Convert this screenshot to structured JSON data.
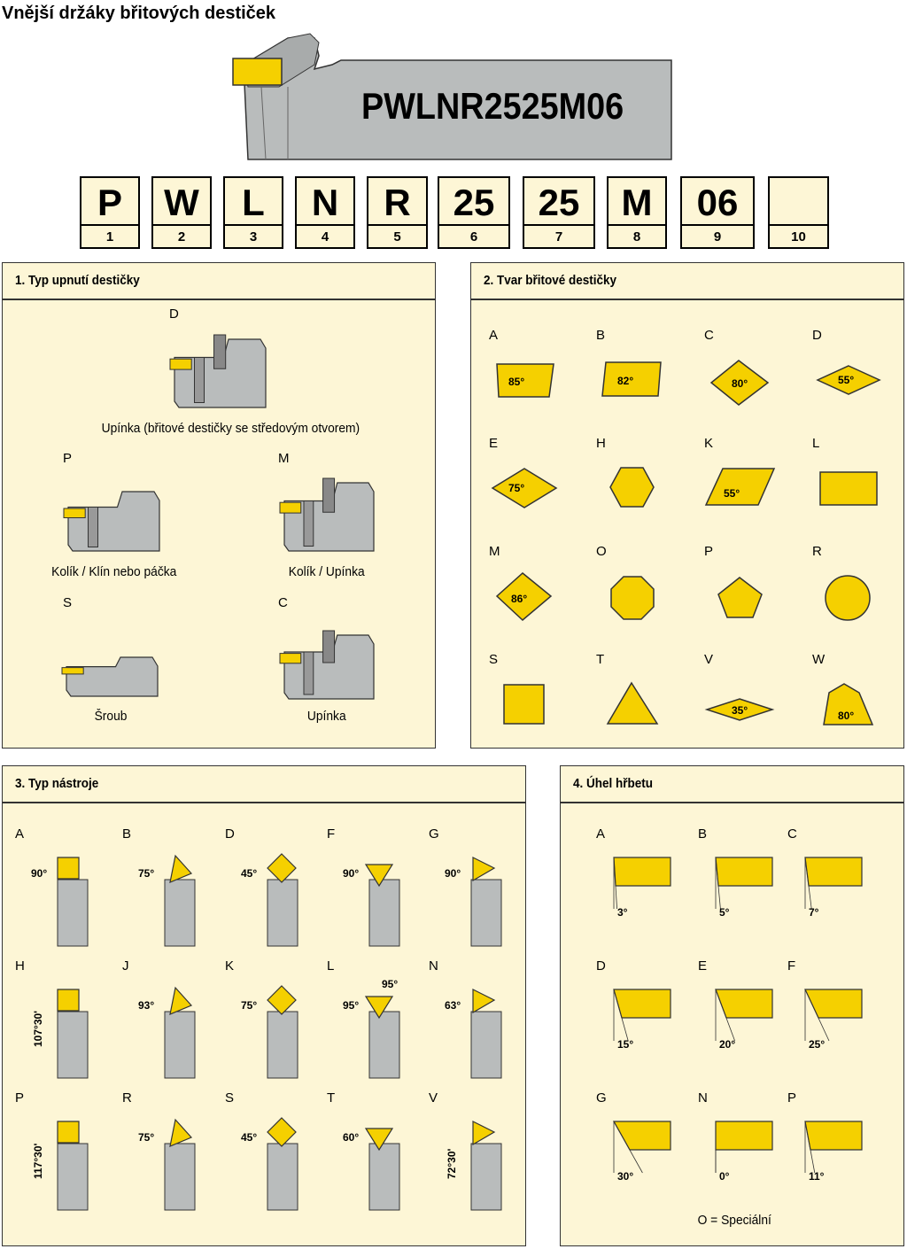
{
  "title": "Vnější držáky břitových destiček",
  "tool_label": "PWLNR2525M06",
  "code_boxes": [
    {
      "char": "P",
      "num": "1"
    },
    {
      "char": "W",
      "num": "2"
    },
    {
      "char": "L",
      "num": "3"
    },
    {
      "char": "N",
      "num": "4"
    },
    {
      "char": "R",
      "num": "5"
    },
    {
      "char": "25",
      "num": "6"
    },
    {
      "char": "25",
      "num": "7"
    },
    {
      "char": "M",
      "num": "8"
    },
    {
      "char": "06",
      "num": "9"
    },
    {
      "char": "",
      "num": "10"
    }
  ],
  "clamping": {
    "heading": "1. Typ upnutí destičky",
    "items": [
      {
        "letter": "D",
        "caption": "Upínka (břitové destičky se středovým otvorem)"
      },
      {
        "letter": "P",
        "caption": "Kolík / Klín nebo páčka"
      },
      {
        "letter": "M",
        "caption": "Kolík / Upínka"
      },
      {
        "letter": "S",
        "caption": "Šroub"
      },
      {
        "letter": "C",
        "caption": "Upínka"
      }
    ]
  },
  "shape": {
    "heading": "2. Tvar břitové destičky",
    "items": [
      {
        "letter": "A",
        "angle": "85°"
      },
      {
        "letter": "B",
        "angle": "82°"
      },
      {
        "letter": "C",
        "angle": "80°"
      },
      {
        "letter": "D",
        "angle": "55°"
      },
      {
        "letter": "E",
        "angle": "75°"
      },
      {
        "letter": "H",
        "angle": ""
      },
      {
        "letter": "K",
        "angle": "55°"
      },
      {
        "letter": "L",
        "angle": ""
      },
      {
        "letter": "M",
        "angle": "86°"
      },
      {
        "letter": "O",
        "angle": ""
      },
      {
        "letter": "P",
        "angle": ""
      },
      {
        "letter": "R",
        "angle": ""
      },
      {
        "letter": "S",
        "angle": ""
      },
      {
        "letter": "T",
        "angle": ""
      },
      {
        "letter": "V",
        "angle": "35°"
      },
      {
        "letter": "W",
        "angle": "80°"
      }
    ]
  },
  "tool_type": {
    "heading": "3. Typ nástroje",
    "items": [
      {
        "letter": "A",
        "angle": "90°"
      },
      {
        "letter": "B",
        "angle": "75°"
      },
      {
        "letter": "D",
        "angle": "45°"
      },
      {
        "letter": "F",
        "angle": "90°"
      },
      {
        "letter": "G",
        "angle": "90°"
      },
      {
        "letter": "H",
        "angle": "107°30'"
      },
      {
        "letter": "J",
        "angle": "93°"
      },
      {
        "letter": "K",
        "angle": "75°"
      },
      {
        "letter": "L",
        "angle": "95°",
        "angle2": "95°"
      },
      {
        "letter": "N",
        "angle": "63°"
      },
      {
        "letter": "P",
        "angle": "117°30'"
      },
      {
        "letter": "R",
        "angle": "75°"
      },
      {
        "letter": "S",
        "angle": "45°"
      },
      {
        "letter": "T",
        "angle": "60°"
      },
      {
        "letter": "V",
        "angle": "72°30'"
      }
    ]
  },
  "clearance": {
    "heading": "4. Úhel hřbetu",
    "items": [
      {
        "letter": "A",
        "angle": "3°"
      },
      {
        "letter": "B",
        "angle": "5°"
      },
      {
        "letter": "C",
        "angle": "7°"
      },
      {
        "letter": "D",
        "angle": "15°"
      },
      {
        "letter": "E",
        "angle": "20°"
      },
      {
        "letter": "F",
        "angle": "25°"
      },
      {
        "letter": "G",
        "angle": "30°"
      },
      {
        "letter": "N",
        "angle": "0°"
      },
      {
        "letter": "P",
        "angle": "11°"
      }
    ],
    "note": "O = Speciální"
  },
  "colors": {
    "insert": "#f5d000",
    "holder": "#b9bcbc",
    "panel_bg": "#fdf6d6"
  }
}
